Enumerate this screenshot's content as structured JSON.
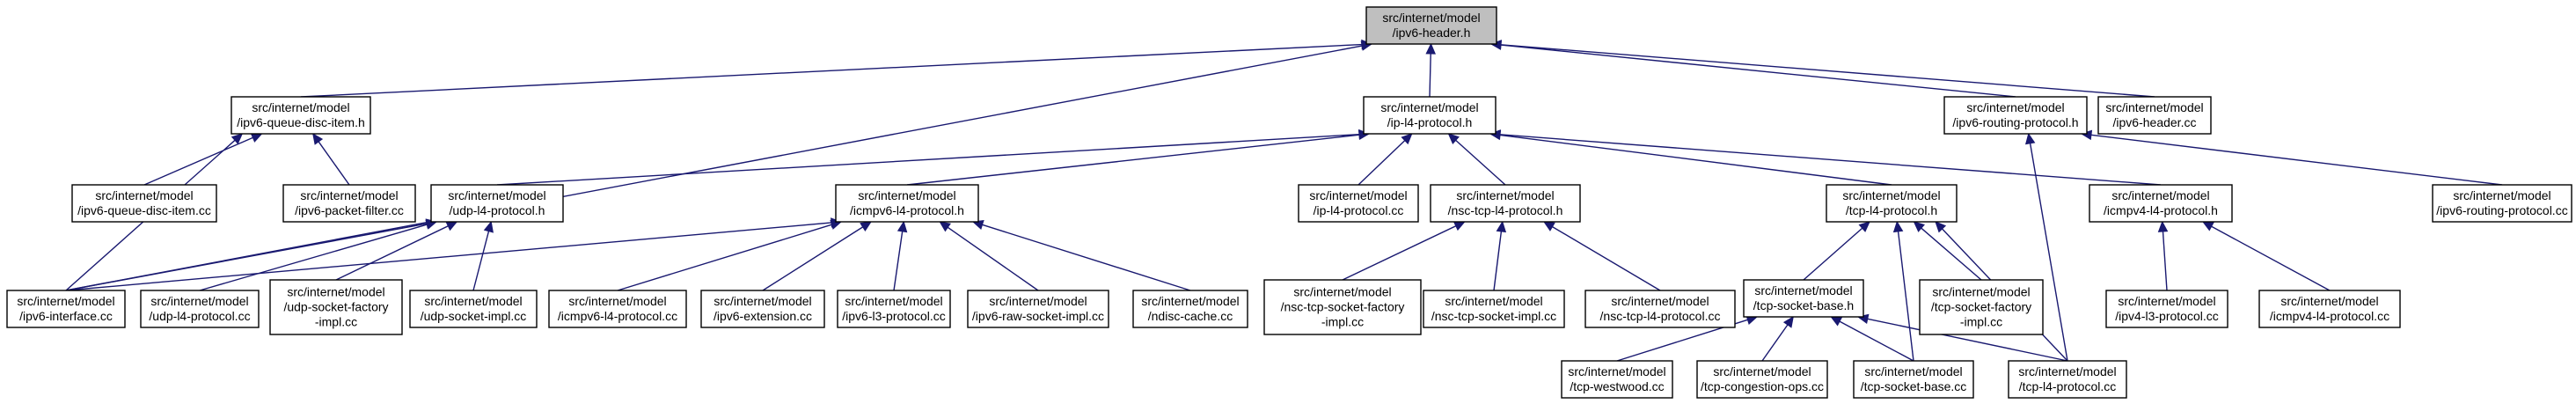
{
  "nodes": {
    "ipv6_header_h": [
      "src/internet/model",
      "/ipv6-header.h"
    ],
    "ipv6_queue_disc_item_h": [
      "src/internet/model",
      "/ipv6-queue-disc-item.h"
    ],
    "ip_l4_protocol_h": [
      "src/internet/model",
      "/ip-l4-protocol.h"
    ],
    "ipv6_routing_protocol_h": [
      "src/internet/model",
      "/ipv6-routing-protocol.h"
    ],
    "ipv6_header_cc": [
      "src/internet/model",
      "/ipv6-header.cc"
    ],
    "ipv6_queue_disc_item_cc": [
      "src/internet/model",
      "/ipv6-queue-disc-item.cc"
    ],
    "ipv6_packet_filter_cc": [
      "src/internet/model",
      "/ipv6-packet-filter.cc"
    ],
    "udp_l4_protocol_h": [
      "src/internet/model",
      "/udp-l4-protocol.h"
    ],
    "icmpv6_l4_protocol_h": [
      "src/internet/model",
      "/icmpv6-l4-protocol.h"
    ],
    "ip_l4_protocol_cc": [
      "src/internet/model",
      "/ip-l4-protocol.cc"
    ],
    "nsc_tcp_l4_protocol_h": [
      "src/internet/model",
      "/nsc-tcp-l4-protocol.h"
    ],
    "tcp_l4_protocol_h": [
      "src/internet/model",
      "/tcp-l4-protocol.h"
    ],
    "icmpv4_l4_protocol_h": [
      "src/internet/model",
      "/icmpv4-l4-protocol.h"
    ],
    "ipv6_routing_protocol_cc": [
      "src/internet/model",
      "/ipv6-routing-protocol.cc"
    ],
    "ipv6_interface_cc": [
      "src/internet/model",
      "/ipv6-interface.cc"
    ],
    "udp_l4_protocol_cc": [
      "src/internet/model",
      "/udp-l4-protocol.cc"
    ],
    "udp_socket_factory_impl_cc": [
      "src/internet/model",
      "/udp-socket-factory",
      "-impl.cc"
    ],
    "udp_socket_impl_cc": [
      "src/internet/model",
      "/udp-socket-impl.cc"
    ],
    "icmpv6_l4_protocol_cc": [
      "src/internet/model",
      "/icmpv6-l4-protocol.cc"
    ],
    "ipv6_extension_cc": [
      "src/internet/model",
      "/ipv6-extension.cc"
    ],
    "ipv6_l3_protocol_cc": [
      "src/internet/model",
      "/ipv6-l3-protocol.cc"
    ],
    "ipv6_raw_socket_impl_cc": [
      "src/internet/model",
      "/ipv6-raw-socket-impl.cc"
    ],
    "ndisc_cache_cc": [
      "src/internet/model",
      "/ndisc-cache.cc"
    ],
    "nsc_tcp_socket_factory_impl_cc": [
      "src/internet/model",
      "/nsc-tcp-socket-factory",
      "-impl.cc"
    ],
    "nsc_tcp_socket_impl_cc": [
      "src/internet/model",
      "/nsc-tcp-socket-impl.cc"
    ],
    "nsc_tcp_l4_protocol_cc": [
      "src/internet/model",
      "/nsc-tcp-l4-protocol.cc"
    ],
    "tcp_socket_base_h": [
      "src/internet/model",
      "/tcp-socket-base.h"
    ],
    "tcp_socket_factory_impl_cc": [
      "src/internet/model",
      "/tcp-socket-factory",
      "-impl.cc"
    ],
    "ipv4_l3_protocol_cc": [
      "src/internet/model",
      "/ipv4-l3-protocol.cc"
    ],
    "icmpv4_l4_protocol_cc": [
      "src/internet/model",
      "/icmpv4-l4-protocol.cc"
    ],
    "tcp_westwood_cc": [
      "src/internet/model",
      "/tcp-westwood.cc"
    ],
    "tcp_congestion_ops_cc": [
      "src/internet/model",
      "/tcp-congestion-ops.cc"
    ],
    "tcp_socket_base_cc": [
      "src/internet/model",
      "/tcp-socket-base.cc"
    ],
    "tcp_l4_protocol_cc": [
      "src/internet/model",
      "/tcp-l4-protocol.cc"
    ]
  },
  "edges": [
    [
      "ipv6_queue_disc_item_h",
      "ipv6_header_h"
    ],
    [
      "ip_l4_protocol_h",
      "ipv6_header_h"
    ],
    [
      "ipv6_routing_protocol_h",
      "ipv6_header_h"
    ],
    [
      "ipv6_header_cc",
      "ipv6_header_h"
    ],
    [
      "ipv6_interface_cc",
      "ipv6_header_h"
    ],
    [
      "ipv6_queue_disc_item_cc",
      "ipv6_queue_disc_item_h"
    ],
    [
      "ipv6_packet_filter_cc",
      "ipv6_queue_disc_item_h"
    ],
    [
      "ipv6_interface_cc",
      "ipv6_queue_disc_item_h"
    ],
    [
      "udp_l4_protocol_h",
      "ip_l4_protocol_h"
    ],
    [
      "icmpv6_l4_protocol_h",
      "ip_l4_protocol_h"
    ],
    [
      "ip_l4_protocol_cc",
      "ip_l4_protocol_h"
    ],
    [
      "nsc_tcp_l4_protocol_h",
      "ip_l4_protocol_h"
    ],
    [
      "tcp_l4_protocol_h",
      "ip_l4_protocol_h"
    ],
    [
      "icmpv4_l4_protocol_h",
      "ip_l4_protocol_h"
    ],
    [
      "ipv6_routing_protocol_cc",
      "ipv6_routing_protocol_h"
    ],
    [
      "tcp_l4_protocol_cc",
      "ipv6_routing_protocol_h"
    ],
    [
      "ipv6_interface_cc",
      "udp_l4_protocol_h"
    ],
    [
      "udp_l4_protocol_cc",
      "udp_l4_protocol_h"
    ],
    [
      "udp_socket_factory_impl_cc",
      "udp_l4_protocol_h"
    ],
    [
      "udp_socket_impl_cc",
      "udp_l4_protocol_h"
    ],
    [
      "ipv6_interface_cc",
      "icmpv6_l4_protocol_h"
    ],
    [
      "icmpv6_l4_protocol_cc",
      "icmpv6_l4_protocol_h"
    ],
    [
      "ipv6_extension_cc",
      "icmpv6_l4_protocol_h"
    ],
    [
      "ipv6_l3_protocol_cc",
      "icmpv6_l4_protocol_h"
    ],
    [
      "ipv6_raw_socket_impl_cc",
      "icmpv6_l4_protocol_h"
    ],
    [
      "ndisc_cache_cc",
      "icmpv6_l4_protocol_h"
    ],
    [
      "nsc_tcp_socket_factory_impl_cc",
      "nsc_tcp_l4_protocol_h"
    ],
    [
      "nsc_tcp_socket_impl_cc",
      "nsc_tcp_l4_protocol_h"
    ],
    [
      "nsc_tcp_l4_protocol_cc",
      "nsc_tcp_l4_protocol_h"
    ],
    [
      "tcp_socket_base_h",
      "tcp_l4_protocol_h"
    ],
    [
      "tcp_socket_base_cc",
      "tcp_l4_protocol_h"
    ],
    [
      "tcp_socket_factory_impl_cc",
      "tcp_l4_protocol_h"
    ],
    [
      "tcp_l4_protocol_cc",
      "tcp_l4_protocol_h"
    ],
    [
      "ipv4_l3_protocol_cc",
      "icmpv4_l4_protocol_h"
    ],
    [
      "icmpv4_l4_protocol_cc",
      "icmpv4_l4_protocol_h"
    ],
    [
      "tcp_westwood_cc",
      "tcp_socket_base_h"
    ],
    [
      "tcp_congestion_ops_cc",
      "tcp_socket_base_h"
    ],
    [
      "tcp_socket_base_cc",
      "tcp_socket_base_h"
    ],
    [
      "tcp_l4_protocol_cc",
      "tcp_socket_base_h"
    ]
  ],
  "root_node": "ipv6_header_h",
  "colors": {
    "root_fill": "#bfbfbf",
    "node_fill": "#ffffff",
    "node_border": "#000000",
    "edge": "#191970"
  }
}
